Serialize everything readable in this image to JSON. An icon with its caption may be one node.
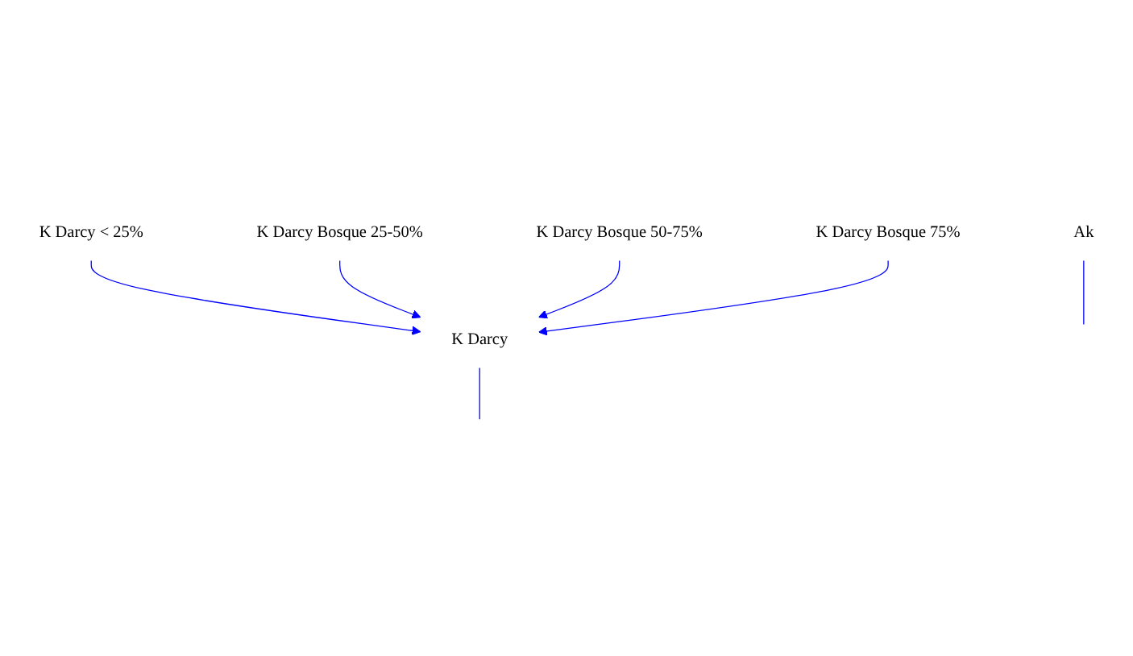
{
  "diagram": {
    "nodes": [
      {
        "text": [
          "K Darcy < 25%"
        ]
      },
      {
        "text": [
          "K Darcy Bosque 25-50%"
        ]
      },
      {
        "text": [
          "K Darcy Bosque 50-75%"
        ]
      },
      {
        "text": [
          "K Darcy Bosque 75%"
        ]
      },
      {
        "text": [
          "K Darcy"
        ]
      },
      {
        "text": [
          "Ak"
        ]
      }
    ],
    "edges": [
      {
        "from": 0,
        "to": 4,
        "arrow": "to"
      },
      {
        "from": 1,
        "to": 4,
        "arrow": "to"
      },
      {
        "from": 2,
        "to": 4,
        "arrow": "to"
      },
      {
        "from": 3,
        "to": 4,
        "arrow": "to"
      },
      {
        "from": 4,
        "to": null,
        "arrow": "none"
      },
      {
        "from": 5,
        "to": null,
        "arrow": "none"
      }
    ]
  }
}
